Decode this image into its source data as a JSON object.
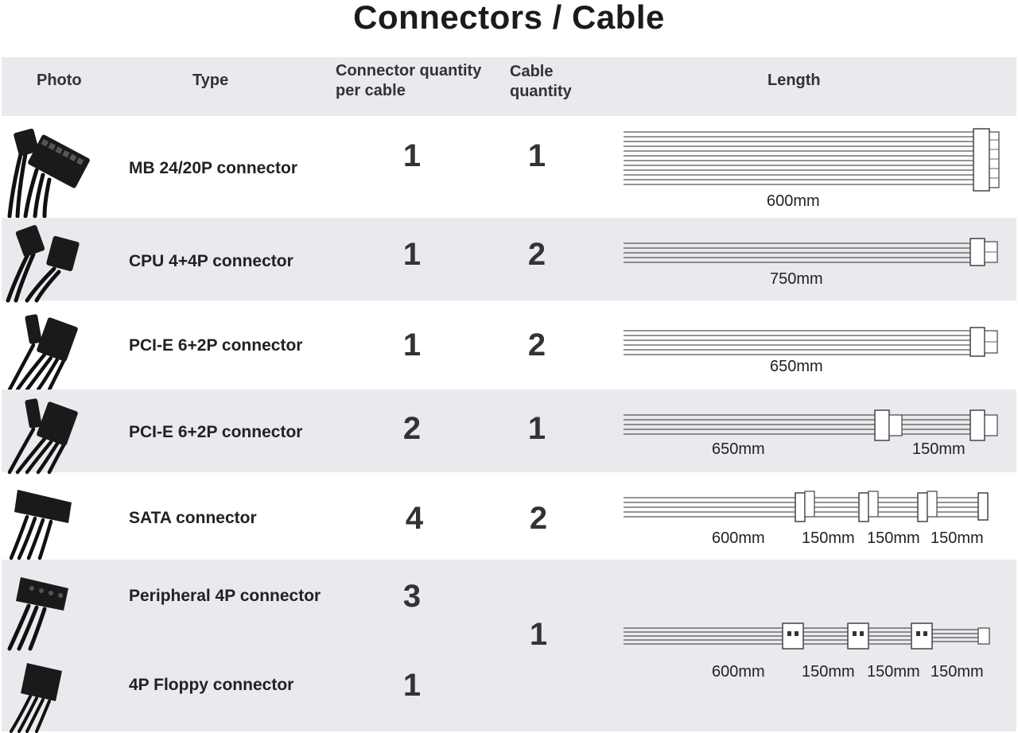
{
  "title": "Connectors / Cable",
  "headers": {
    "photo": "Photo",
    "type": "Type",
    "connector_qty": [
      "Connector quantity",
      "per cable"
    ],
    "cable_qty": [
      "Cable",
      "quantity"
    ],
    "length": "Length"
  },
  "rows": [
    {
      "type": "MB 24/20P connector",
      "connector_qty": "1",
      "cable_qty": "1",
      "lengths": [
        "600mm"
      ]
    },
    {
      "type": "CPU 4+4P connector",
      "connector_qty": "1",
      "cable_qty": "2",
      "lengths": [
        "750mm"
      ]
    },
    {
      "type": "PCI-E 6+2P connector",
      "connector_qty": "1",
      "cable_qty": "2",
      "lengths": [
        "650mm"
      ]
    },
    {
      "type": "PCI-E 6+2P connector",
      "connector_qty": "2",
      "cable_qty": "1",
      "lengths": [
        "650mm",
        "150mm"
      ]
    },
    {
      "type": "SATA connector",
      "connector_qty": "4",
      "cable_qty": "2",
      "lengths": [
        "600mm",
        "150mm",
        "150mm",
        "150mm"
      ]
    },
    {
      "type": "Peripheral 4P connector",
      "connector_qty": "3"
    },
    {
      "type": "4P Floppy connector",
      "connector_qty": "1"
    }
  ],
  "merged": {
    "cable_qty": "1",
    "lengths": [
      "600mm",
      "150mm",
      "150mm",
      "150mm"
    ]
  },
  "colors": {
    "header_bg": "#e9e9ee",
    "row_shade": "#e9e9ee",
    "text": "#222222",
    "cable": "#555555"
  }
}
